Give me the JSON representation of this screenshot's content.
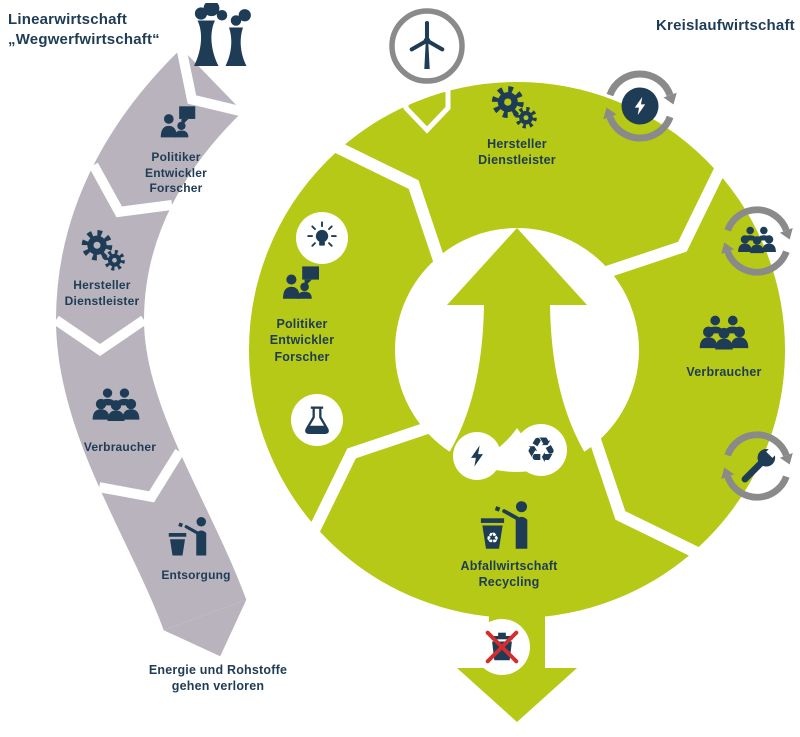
{
  "colors": {
    "green": "#b5c916",
    "band_gray": "#b8b3bc",
    "navy": "#1e3c55",
    "loop_gray": "#8a8a8a",
    "alert_red": "#d32e2e",
    "background": "#ffffff"
  },
  "titles": {
    "linear_line1": "Linearwirtschaft",
    "linear_line2": "„Wegwerfwirtschaft“",
    "circular": "Kreislaufwirtschaft"
  },
  "linear_flow": {
    "source_icon": "factory-icon",
    "stages": [
      {
        "icon": "people-discussion-icon",
        "lines": [
          "Politiker",
          "Entwickler",
          "Forscher"
        ]
      },
      {
        "icon": "gears-icon",
        "lines": [
          "Hersteller",
          "Dienstleister"
        ]
      },
      {
        "icon": "crowd-icon",
        "lines": [
          "Verbraucher"
        ]
      },
      {
        "icon": "waste-bin-icon",
        "lines": [
          "Entsorgung"
        ]
      }
    ],
    "loss_line1": "Energie und Rohstoffe",
    "loss_line2": "gehen verloren"
  },
  "circular_flow": {
    "input_icon": "wind-turbine-icon",
    "stages": [
      {
        "position": "top",
        "icon": "gears-icon",
        "lines": [
          "Hersteller",
          "Dienstleister"
        ]
      },
      {
        "position": "left",
        "icon": "people-discussion-icon",
        "lines": [
          "Politiker",
          "Entwickler",
          "Forscher"
        ]
      },
      {
        "position": "right",
        "icon": "crowd-icon",
        "lines": [
          "Verbraucher"
        ]
      },
      {
        "position": "bottom",
        "icon": "waste-recycling-icon",
        "lines": [
          "Abfallwirtschaft",
          "Recycling"
        ]
      }
    ],
    "inner_badges": [
      "idea-lightbulb-icon",
      "lab-flask-icon",
      "energy-bolt-icon",
      "recycle-icon"
    ],
    "loop_badges": [
      "renewable-energy-loop-icon",
      "sharing-community-loop-icon",
      "repair-wrench-loop-icon"
    ],
    "output_icon": "no-waste-icon"
  }
}
